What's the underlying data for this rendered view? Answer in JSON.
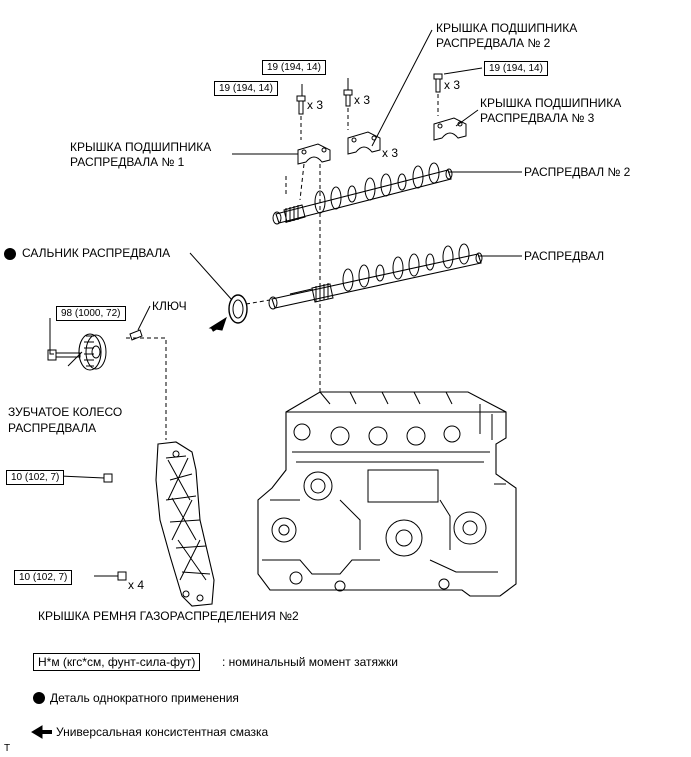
{
  "labels": {
    "cam_bearing_cap_2": [
      "КРЫШКА ПОДШИПНИКА",
      "РАСПРЕДВАЛА № 2"
    ],
    "cam_bearing_cap_3": [
      "КРЫШКА ПОДШИПНИКА",
      "РАСПРЕДВАЛА № 3"
    ],
    "cam_bearing_cap_1": [
      "КРЫШКА ПОДШИПНИКА",
      "РАСПРЕДВАЛА № 1"
    ],
    "camshaft_2": "РАСПРЕДВАЛ № 2",
    "camshaft": "РАСПРЕДВАЛ",
    "camshaft_oil_seal": "САЛЬНИК РАСПРЕДВАЛА",
    "key": "КЛЮЧ",
    "camshaft_timing_gear": [
      "ЗУБЧАТОЕ КОЛЕСО",
      "РАСПРЕДВАЛА"
    ],
    "timing_belt_cover_2": "КРЫШКА РЕМНЯ ГАЗОРАСПРЕДЕЛЕНИЯ №2"
  },
  "torque": {
    "cap1": "19 (194, 14)",
    "cap2": "19 (194, 14)",
    "cap3": "19 (194, 14)",
    "gear": "98 (1000, 72)",
    "cover_upper": "10 (102, 7)",
    "cover_lower": "10 (102, 7)"
  },
  "quantities": {
    "cap1_bolts": "x 3",
    "cap2_bolts": "x 3",
    "cap2_caps": "x 3",
    "cap3_bolts": "x 3",
    "cover_lower_bolts": "x 4"
  },
  "legend": {
    "units_box": "Н*м (кгс*см, фунт-сила-фут)",
    "units_desc": ": номинальный момент затяжки",
    "non_reusable": "Деталь однократного применения",
    "grease": "Универсальная консистентная смазка"
  },
  "footer_mark": "T",
  "colors": {
    "ink": "#000000",
    "paper": "#ffffff"
  }
}
